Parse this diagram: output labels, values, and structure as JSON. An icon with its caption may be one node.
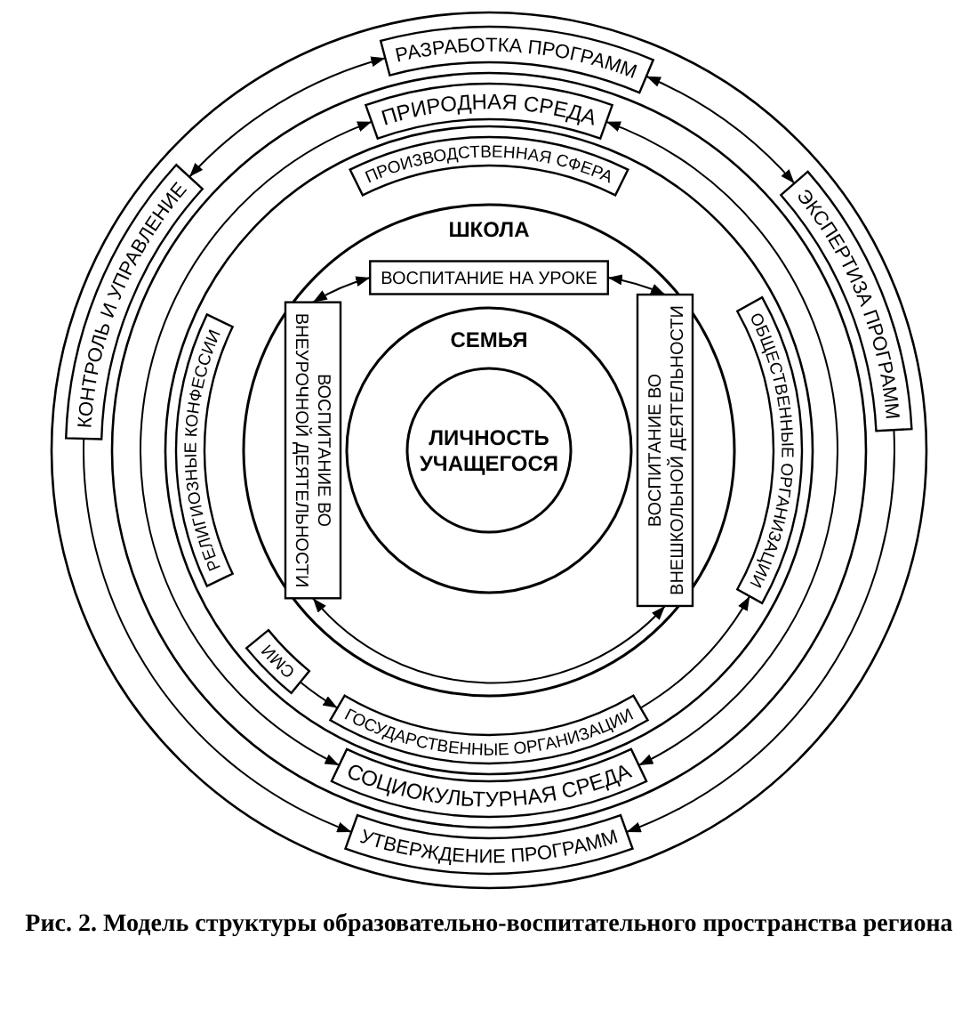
{
  "diagram": {
    "caption": "Рис. 2. Модель структуры образовательно-воспитательного пространства региона",
    "nodes": [
      {
        "text": [
          "РАЗРАБОТКА ПРОГРАММ"
        ]
      },
      {
        "text": [
          "КОНТРОЛЬ И УПРАВЛЕНИЕ"
        ]
      },
      {
        "text": [
          "ЭКСПЕРТИЗА ПРОГРАММ"
        ]
      },
      {
        "text": [
          "ПРИРОДНАЯ СРЕДА"
        ]
      },
      {
        "text": [
          "ПРОИЗВОДСТВЕННАЯ СФЕРА"
        ]
      },
      {
        "text": [
          "РЕЛИГИОЗНЫЕ КОНФЕССИИ"
        ]
      },
      {
        "text": [
          "ОБЩЕСТВЕННЫЕ ОРГАНИЗАЦИИ"
        ]
      },
      {
        "text": [
          "ШКОЛА"
        ]
      },
      {
        "text": [
          "ВОСПИТАНИЕ НА УРОКЕ"
        ],
        "in": 7
      },
      {
        "text": [
          "СЕМЬЯ"
        ],
        "in": 7
      },
      {
        "text": [
          "ЛИЧНОСТЬ УЧАЩЕГОСЯ"
        ],
        "in": 9
      },
      {
        "text": [
          "ВОСПИТАНИЕ ВО ВНЕУРОЧНОЙ ДЕЯТЕЛЬНОСТИ"
        ],
        "in": 7
      },
      {
        "text": [
          "ВОСПИТАНИЕ ВО ВНЕШКОЛЬНОЙ ДЕЯТЕЛЬНОСТИ"
        ],
        "in": 7
      },
      {
        "text": [
          "СМИ"
        ]
      },
      {
        "text": [
          "ГОСУДАРСТВЕННЫЕ ОРГАНИЗАЦИИ"
        ]
      },
      {
        "text": [
          "СОЦИОКУЛЬТУРНАЯ СРЕДА"
        ]
      },
      {
        "text": [
          "УТВЕРЖДЕНИЕ ПРОГРАММ"
        ]
      }
    ],
    "edges": [
      {
        "from": 0,
        "to": 2,
        "arrow": "both"
      },
      {
        "from": 1,
        "to": 0,
        "arrow": "both"
      },
      {
        "from": 2,
        "to": 16,
        "arrow": "to"
      },
      {
        "from": 1,
        "to": 16,
        "arrow": "to"
      },
      {
        "from": 3,
        "to": 15,
        "arrow": "both"
      },
      {
        "from": 3,
        "to": 15,
        "arrow": "both"
      },
      {
        "from": 8,
        "to": 11,
        "arrow": "both"
      },
      {
        "from": 8,
        "to": 12,
        "arrow": "both"
      },
      {
        "from": 11,
        "to": 12,
        "arrow": "both"
      },
      {
        "from": 13,
        "to": 14,
        "arrow": "to"
      },
      {
        "from": 14,
        "to": 6,
        "arrow": "to"
      }
    ]
  }
}
